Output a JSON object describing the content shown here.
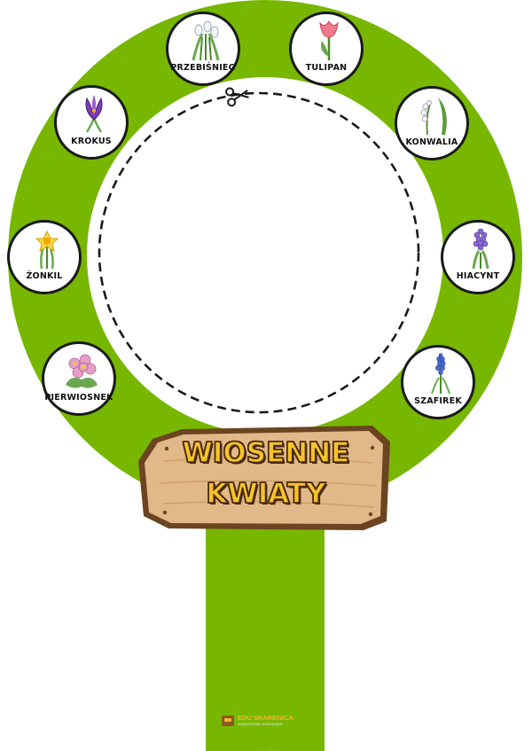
{
  "title": {
    "line1": "WIOSENNE",
    "line2": "KWIATY"
  },
  "flowers": [
    {
      "id": "przebisnieg",
      "label": "PRZEBIŚNIEG",
      "icon": "snowdrop-icon"
    },
    {
      "id": "tulipan",
      "label": "TULIPAN",
      "icon": "tulip-icon"
    },
    {
      "id": "krokus",
      "label": "KROKUS",
      "icon": "crocus-icon"
    },
    {
      "id": "konwalia",
      "label": "KONWALIA",
      "icon": "lily-of-the-valley-icon"
    },
    {
      "id": "zonkil",
      "label": "ŻONKIL",
      "icon": "daffodil-icon"
    },
    {
      "id": "hiacynt",
      "label": "HIACYNT",
      "icon": "hyacinth-icon"
    },
    {
      "id": "pierwiosnek",
      "label": "PIERWIOSNEK",
      "icon": "primrose-icon"
    },
    {
      "id": "szafirek",
      "label": "SZAFIREK",
      "icon": "grape-hyacinth-icon"
    }
  ],
  "logo": {
    "brand": "EDU SKARBNICA",
    "tagline": "wydawnictwo edukacyjne"
  },
  "colors": {
    "ring_green": "#77b700",
    "board_wood": "#e1b887",
    "board_edge": "#6b4420",
    "title_fill": "#f6c32a",
    "title_outline": "#4a2a0c"
  }
}
